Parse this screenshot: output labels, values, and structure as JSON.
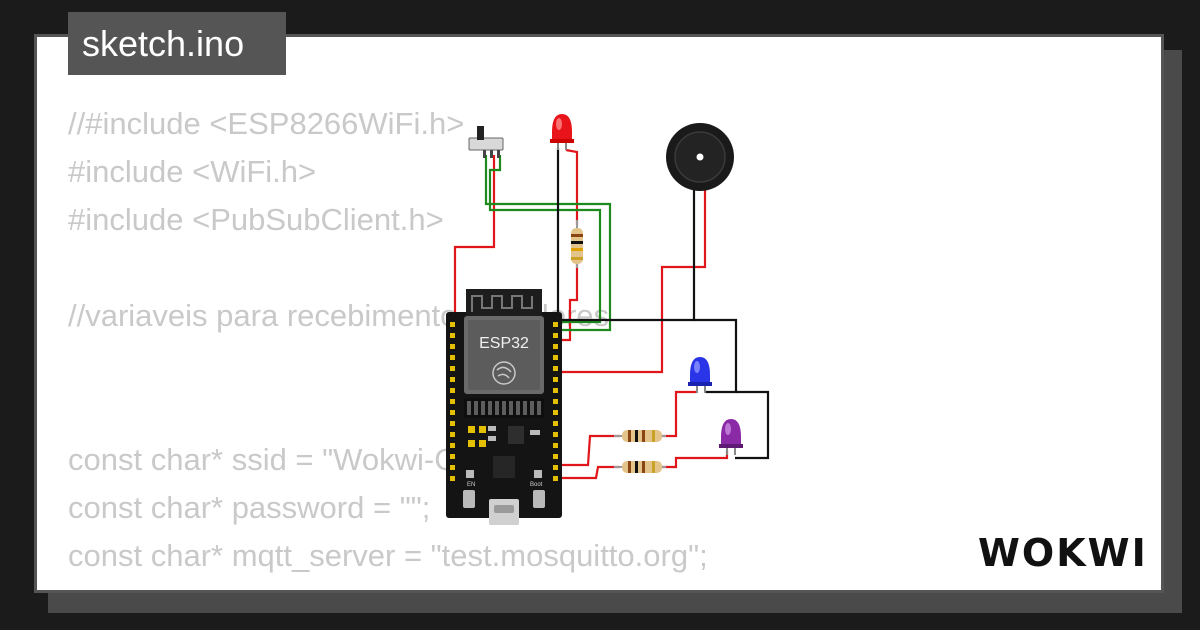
{
  "file_tab": {
    "label": "sketch.ino"
  },
  "code_lines": [
    "//#include <ESP8266WiFi.h>",
    "#include <WiFi.h>",
    "#include <PubSubClient.h>",
    "",
    "//variaveis para recebimento de valores",
    "",
    "",
    "const char* ssid = \"Wokwi-GUEST\";",
    "const char* password = \"\";",
    "const char* mqtt_server = \"test.mosquitto.org\";"
  ],
  "board": {
    "label": "ESP32",
    "en_label": "EN",
    "boot_label": "Boot"
  },
  "brand": {
    "logo_text": "WOKWI"
  },
  "colors": {
    "wire_red": "#e0161b",
    "wire_green": "#1e8a1e",
    "wire_black": "#111111",
    "led_red": "#e8141a",
    "led_blue": "#2a35e8",
    "led_purple": "#8a2aa6"
  }
}
